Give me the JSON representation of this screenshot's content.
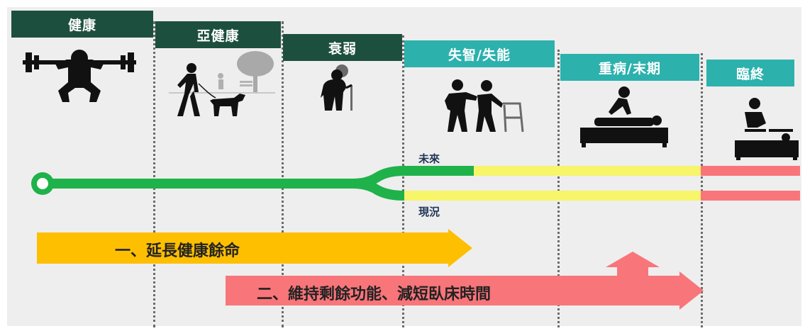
{
  "stages": [
    {
      "label": "健康",
      "icon": "weightlifter-icon"
    },
    {
      "label": "亞健康",
      "icon": "person-walking-dog-icon"
    },
    {
      "label": "衰弱",
      "icon": "elderly-with-cane-icon"
    },
    {
      "label": "失智/失能",
      "icon": "caregiver-walker-icon"
    },
    {
      "label": "重病/末期",
      "icon": "caregiver-patient-bed-icon"
    },
    {
      "label": "臨終",
      "icon": "end-of-life-bed-icon"
    }
  ],
  "paths": {
    "future_label": "未來",
    "current_label": "現況"
  },
  "arrows": {
    "first": "一、延長健康餘命",
    "second": "二、維持剩餘功能、減短臥床時間"
  },
  "colors": {
    "header_dark": "#1d4f3e",
    "header_teal": "#2cb1ad",
    "path_green": "#1fb24a",
    "path_yellow": "#f7f56a",
    "path_red": "#f8757a",
    "arrow_orange": "#fdbf00",
    "arrow_pink": "#f8757a"
  }
}
